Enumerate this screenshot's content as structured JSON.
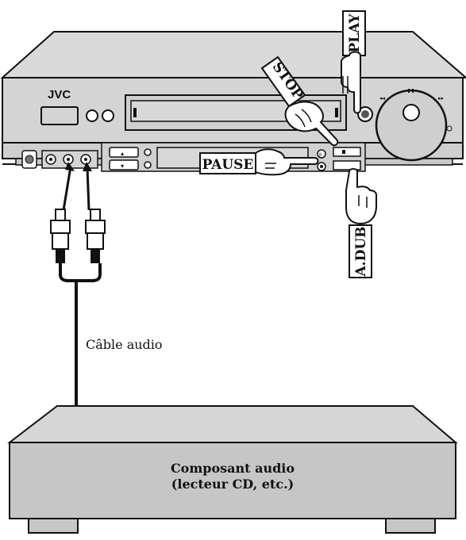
{
  "vcr": {
    "brand": "JVC"
  },
  "labels": {
    "play": "PLAY",
    "stop": "STOP",
    "pause": "PAUSE",
    "adub": "A.DUB"
  },
  "cable": {
    "label": "Câble audio"
  },
  "audio_component": {
    "line1": "Composant audio",
    "line2": "(lecteur CD, etc.)"
  },
  "colors": {
    "body": "#d7d7d7",
    "body_dark": "#bfbfbf",
    "outline": "#111111"
  }
}
